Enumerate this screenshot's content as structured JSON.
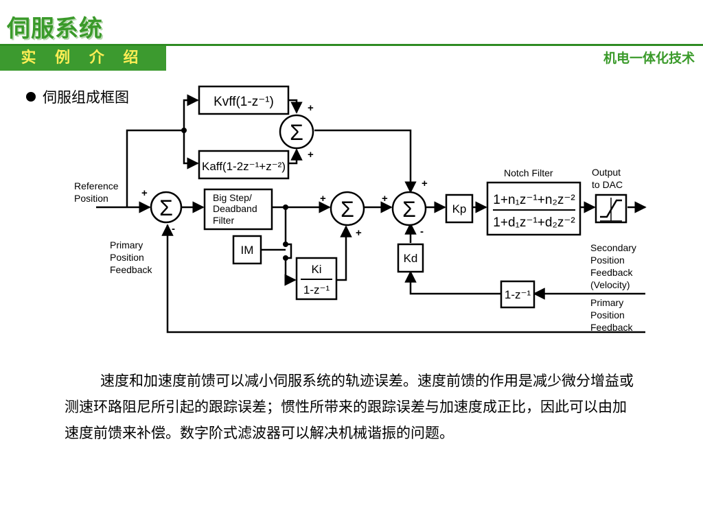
{
  "header": {
    "title": "伺服系统",
    "section_label": "实 例 介 绍",
    "subject": "机电一体化技术"
  },
  "bullet": {
    "text": "伺服组成框图"
  },
  "diagram": {
    "blocks": {
      "kvff": "Kvff(1-z⁻¹)",
      "kaff": "Kaff(1-2z⁻¹+z⁻²)",
      "bigstep": [
        "Big Step/",
        "Deadband",
        "Filter"
      ],
      "im": "IM",
      "ki_num": "Ki",
      "ki_den": "1-z⁻¹",
      "kp": "Kp",
      "kd": "Kd",
      "notch_num": "1+n₁z⁻¹+n₂z⁻²",
      "notch_den": "1+d₁z⁻¹+d₂z⁻²",
      "diff": "1-z⁻¹",
      "sum_symbol": "Σ"
    },
    "labels": {
      "reference": [
        "Reference",
        "Position"
      ],
      "primary_left": [
        "Primary",
        "Position",
        "Feedback"
      ],
      "notch_title": "Notch Filter",
      "output": [
        "Output",
        "to DAC"
      ],
      "secondary": [
        "Secondary",
        "Position",
        "Feedback",
        "(Velocity)"
      ],
      "primary_right": [
        "Primary",
        "Position",
        "Feedback"
      ]
    },
    "signs": {
      "plus": "+",
      "minus": "-"
    }
  },
  "paragraph": "速度和加速度前馈可以减小伺服系统的轨迹误差。速度前馈的作用是减少微分增益或测速环路阻尼所引起的跟踪误差；惯性所带来的跟踪误差与加速度成正比，因此可以由加速度前馈来补偿。数字阶式滤波器可以解决机械谐振的问题。"
}
